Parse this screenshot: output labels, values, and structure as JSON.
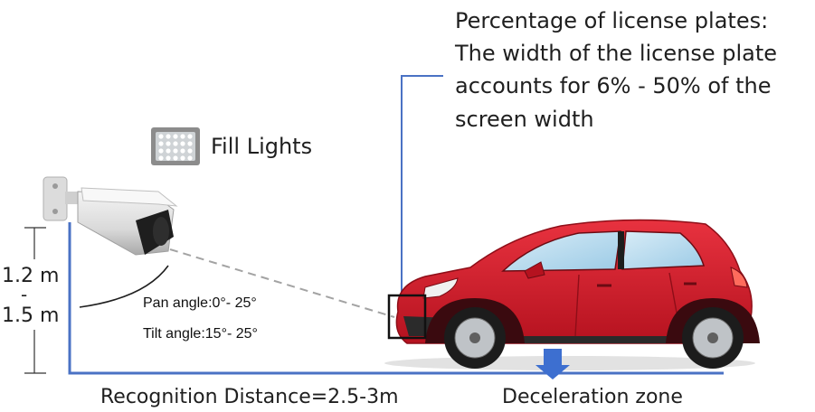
{
  "plate_note": {
    "line1": "Percentage of license plates:",
    "line2": "The width of the license plate",
    "line3": "accounts for  6% - 50% of the",
    "line4": "screen width"
  },
  "fill_lights_label": "Fill Lights",
  "height_top": "1.2 m",
  "height_dash": "-",
  "height_bottom": "1.5 m",
  "pan_angle": "Pan angle:0°- 25°",
  "tilt_angle": "Tilt angle:15°- 25°",
  "recognition_distance": "Recognition Distance=2.5-3m",
  "deceleration_zone": "Deceleration zone",
  "colors": {
    "blue_line": "#4a72c4",
    "car_red": "#d11f2e",
    "arrow_blue": "#3d6fd0"
  }
}
